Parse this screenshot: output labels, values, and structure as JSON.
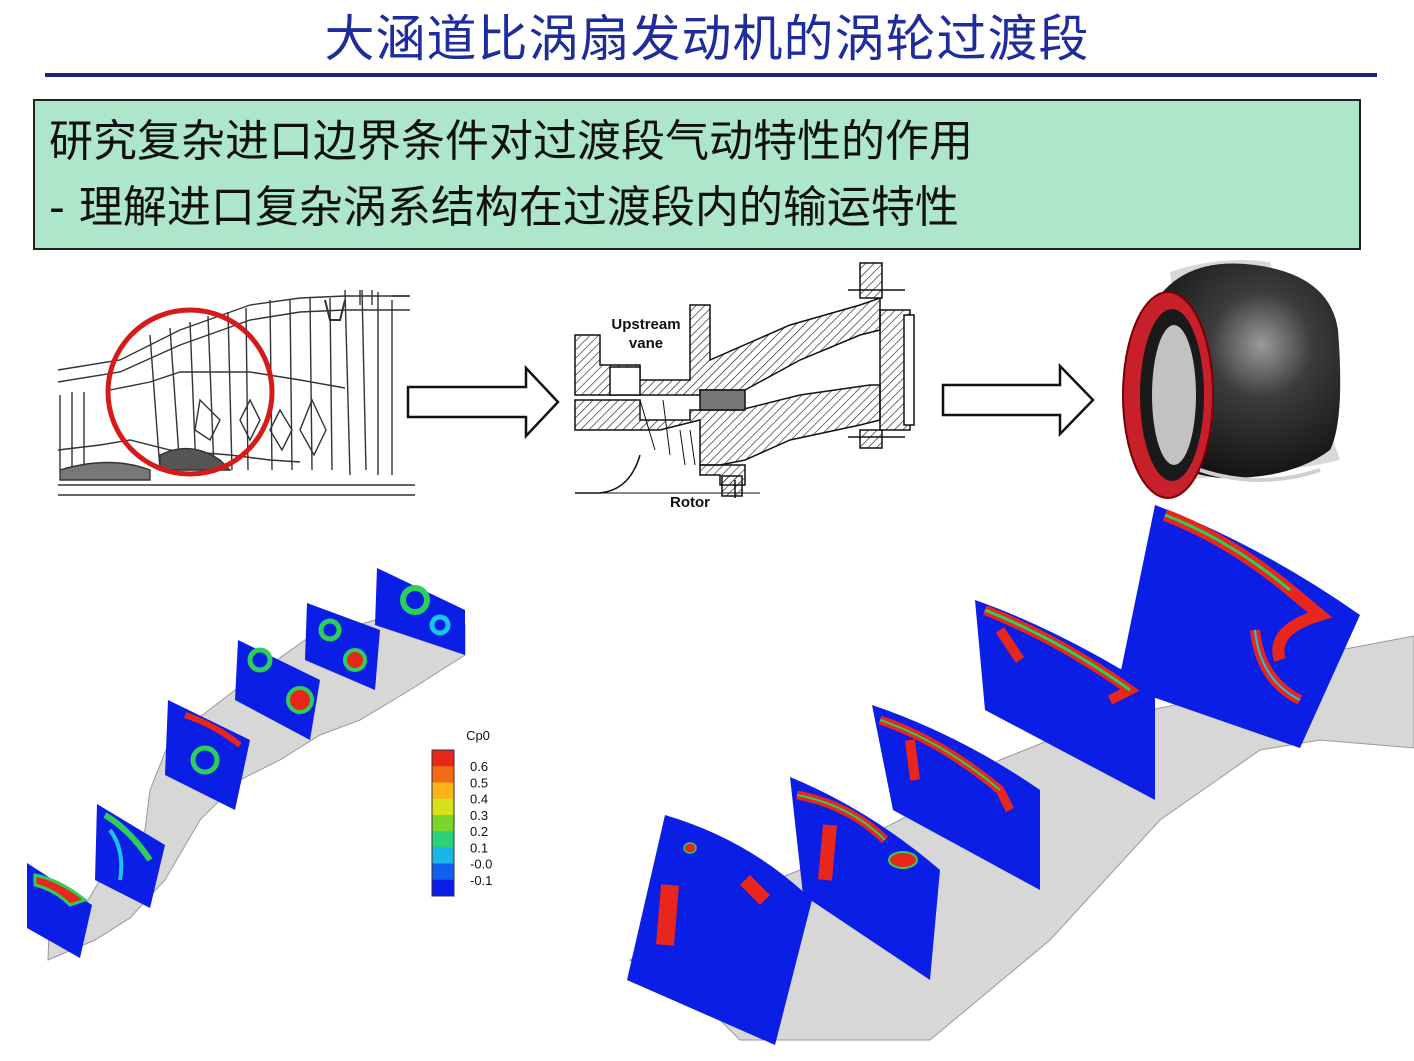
{
  "slide": {
    "title": "大涵道比涡扇发动机的涡轮过渡段",
    "bullets": [
      "研究复杂进口边界条件对过渡段气动特性的作用",
      "-  理解进口复杂涡系结构在过渡段内的输运特性"
    ]
  },
  "cross_section": {
    "labels": {
      "upstream_vane": [
        "Upstream",
        "vane"
      ],
      "rotor": "Rotor"
    }
  },
  "colorbar": {
    "title": "Cp0",
    "ticks": [
      "0.6",
      "0.5",
      "0.4",
      "0.3",
      "0.2",
      "0.1",
      "-0.0",
      "-0.1"
    ],
    "colors": [
      "#e8261b",
      "#f56a14",
      "#fbb318",
      "#d8e21a",
      "#7bd62a",
      "#2cd27a",
      "#18b5e6",
      "#1060ec",
      "#0a1ee6"
    ]
  },
  "contour_colors": {
    "low": "#0a1ee6",
    "high": "#e8261b",
    "mid": "#2ccf5a",
    "edge": "#18c6e8"
  }
}
